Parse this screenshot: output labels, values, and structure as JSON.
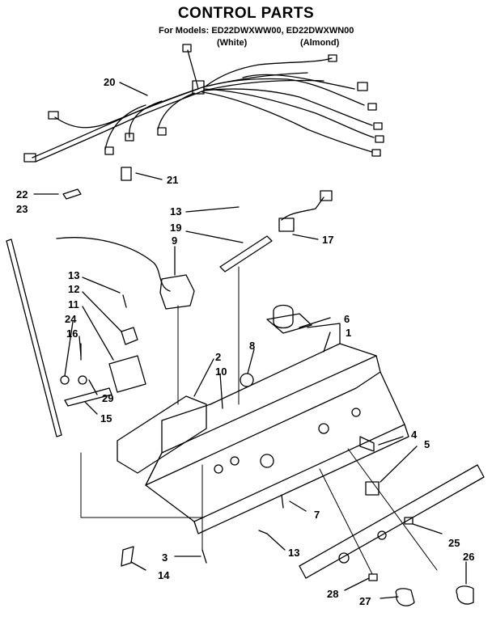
{
  "header": {
    "title": "CONTROL PARTS",
    "models_line": "For Models: ED22DWXWW00, ED22DWXWN00",
    "variant_white": "(White)",
    "variant_almond": "(Almond)"
  },
  "callouts": [
    {
      "id": "c20",
      "label": "20"
    },
    {
      "id": "c21",
      "label": "21"
    },
    {
      "id": "c22",
      "label": "22"
    },
    {
      "id": "c23",
      "label": "23"
    },
    {
      "id": "c13a",
      "label": "13"
    },
    {
      "id": "c19",
      "label": "19"
    },
    {
      "id": "c17",
      "label": "17"
    },
    {
      "id": "c9",
      "label": "9"
    },
    {
      "id": "c13b",
      "label": "13"
    },
    {
      "id": "c12",
      "label": "12"
    },
    {
      "id": "c11",
      "label": "11"
    },
    {
      "id": "c24",
      "label": "24"
    },
    {
      "id": "c16",
      "label": "16"
    },
    {
      "id": "c6",
      "label": "6"
    },
    {
      "id": "c1",
      "label": "1"
    },
    {
      "id": "c8",
      "label": "8"
    },
    {
      "id": "c2",
      "label": "2"
    },
    {
      "id": "c10",
      "label": "10"
    },
    {
      "id": "c29",
      "label": "29"
    },
    {
      "id": "c15",
      "label": "15"
    },
    {
      "id": "c4",
      "label": "4"
    },
    {
      "id": "c5",
      "label": "5"
    },
    {
      "id": "c7",
      "label": "7"
    },
    {
      "id": "c13c",
      "label": "13"
    },
    {
      "id": "c25",
      "label": "25"
    },
    {
      "id": "c3",
      "label": "3"
    },
    {
      "id": "c14",
      "label": "14"
    },
    {
      "id": "c26",
      "label": "26"
    },
    {
      "id": "c28",
      "label": "28"
    },
    {
      "id": "c27",
      "label": "27"
    }
  ]
}
